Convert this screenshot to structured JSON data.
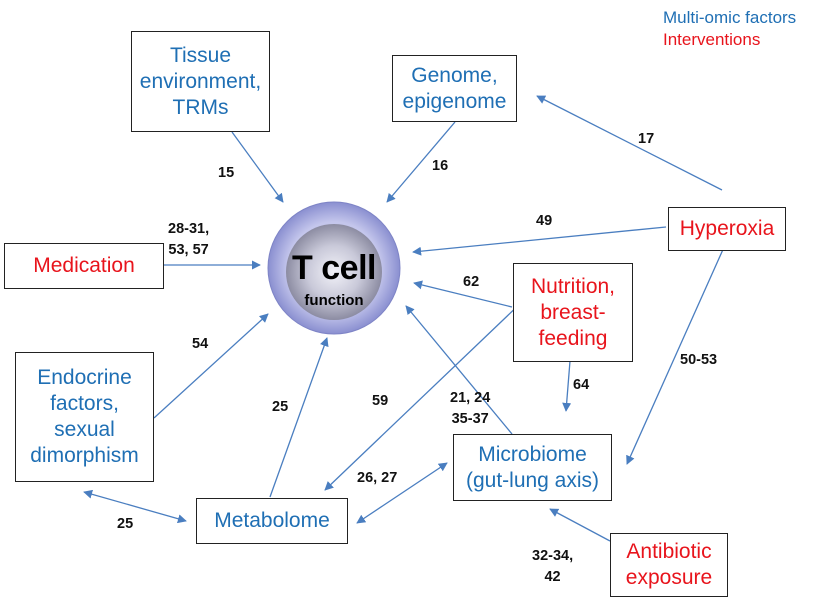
{
  "legend": {
    "multi_omic": "Multi-omic factors",
    "interventions": "Interventions",
    "colors": {
      "multi_omic": "#1F6FB4",
      "interventions": "#E8141C"
    }
  },
  "center": {
    "title": "T cell",
    "subtitle": "function"
  },
  "nodes": {
    "tissue": [
      "Tissue",
      "environment,",
      "TRMs"
    ],
    "genome": [
      "Genome,",
      "epigenome"
    ],
    "medication": [
      "Medication"
    ],
    "hyperoxia": [
      "Hyperoxia"
    ],
    "nutrition": [
      "Nutrition,",
      "breast-",
      "feeding"
    ],
    "endocrine": [
      "Endocrine",
      "factors,",
      "sexual",
      "dimorphism"
    ],
    "metabolome": [
      "Metabolome"
    ],
    "microbiome": [
      "Microbiome",
      "(gut-lung axis)"
    ],
    "antibiotic": [
      "Antibiotic",
      "exposure"
    ]
  },
  "edge_labels": {
    "tissue": "15",
    "genome": "16",
    "hyperoxia_genome": "17",
    "medication": [
      "28-31,",
      "53, 57"
    ],
    "hyperoxia_tcell": "49",
    "nutrition_tcell": "62",
    "endocrine": "54",
    "metabolome": "25",
    "nutrition_metabolome": "59",
    "microbiome_tcell": [
      "21, 24",
      "35-37"
    ],
    "nutrition_microbiome": "64",
    "hyperoxia_microbiome": "50-53",
    "metabolome_microbiome": "26, 27",
    "endocrine_metabolome": "25",
    "antibiotic": [
      "32-34,",
      "42"
    ]
  }
}
